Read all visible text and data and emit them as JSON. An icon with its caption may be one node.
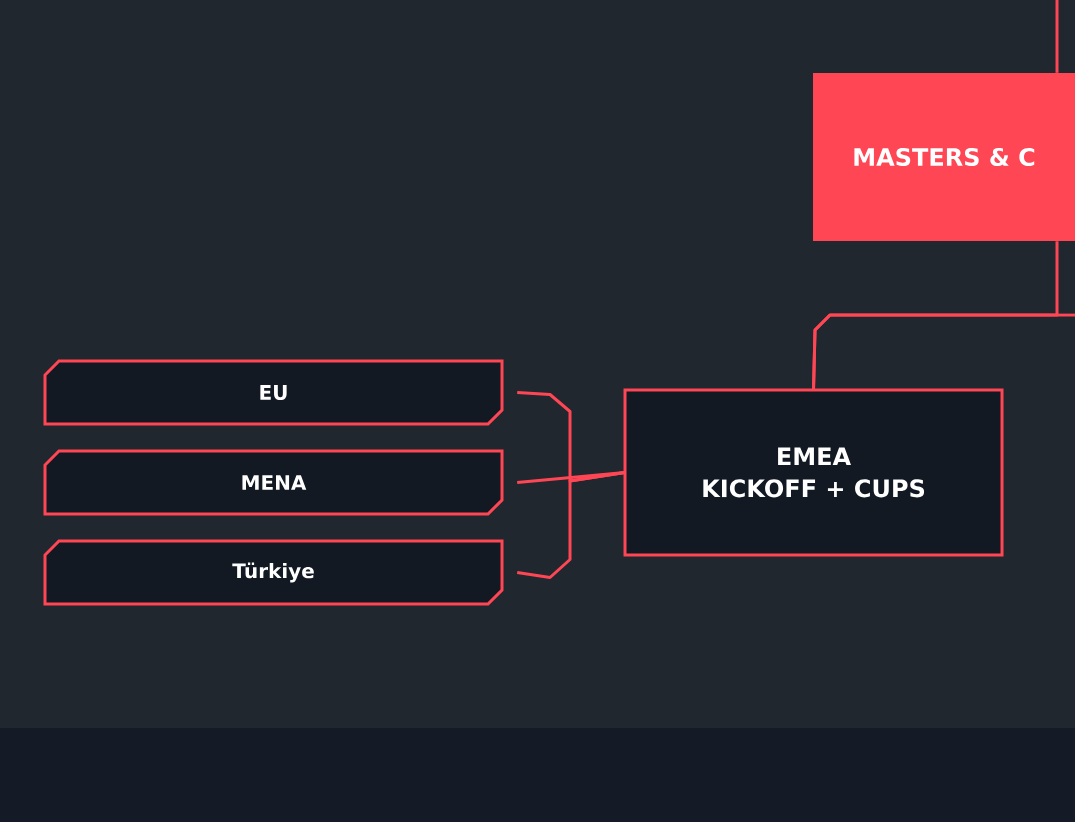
{
  "diagram": {
    "nodes": [
      {
        "text": [
          "MASTERS & C"
        ]
      },
      {
        "text": [
          "EMEA",
          "KICKOFF + CUPS"
        ]
      },
      {
        "text": [
          "EU"
        ]
      },
      {
        "text": [
          "MENA"
        ]
      },
      {
        "text": [
          "Türkiye"
        ]
      }
    ],
    "edges": [
      {
        "from": null,
        "to": 0,
        "arrow": "none"
      },
      {
        "from": 1,
        "to": 0,
        "arrow": "none"
      },
      {
        "from": 1,
        "to": null,
        "arrow": "none"
      },
      {
        "from": 2,
        "to": 1,
        "arrow": "none"
      },
      {
        "from": 3,
        "to": 1,
        "arrow": "none"
      },
      {
        "from": 4,
        "to": 1,
        "arrow": "none"
      }
    ]
  }
}
